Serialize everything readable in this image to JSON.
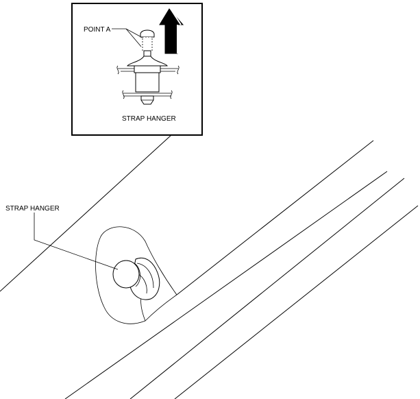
{
  "inset": {
    "point_label": "POINT A",
    "caption": "STRAP HANGER",
    "arrow_icon": "up-arrow-icon"
  },
  "main": {
    "callout_label": "STRAP HANGER"
  }
}
